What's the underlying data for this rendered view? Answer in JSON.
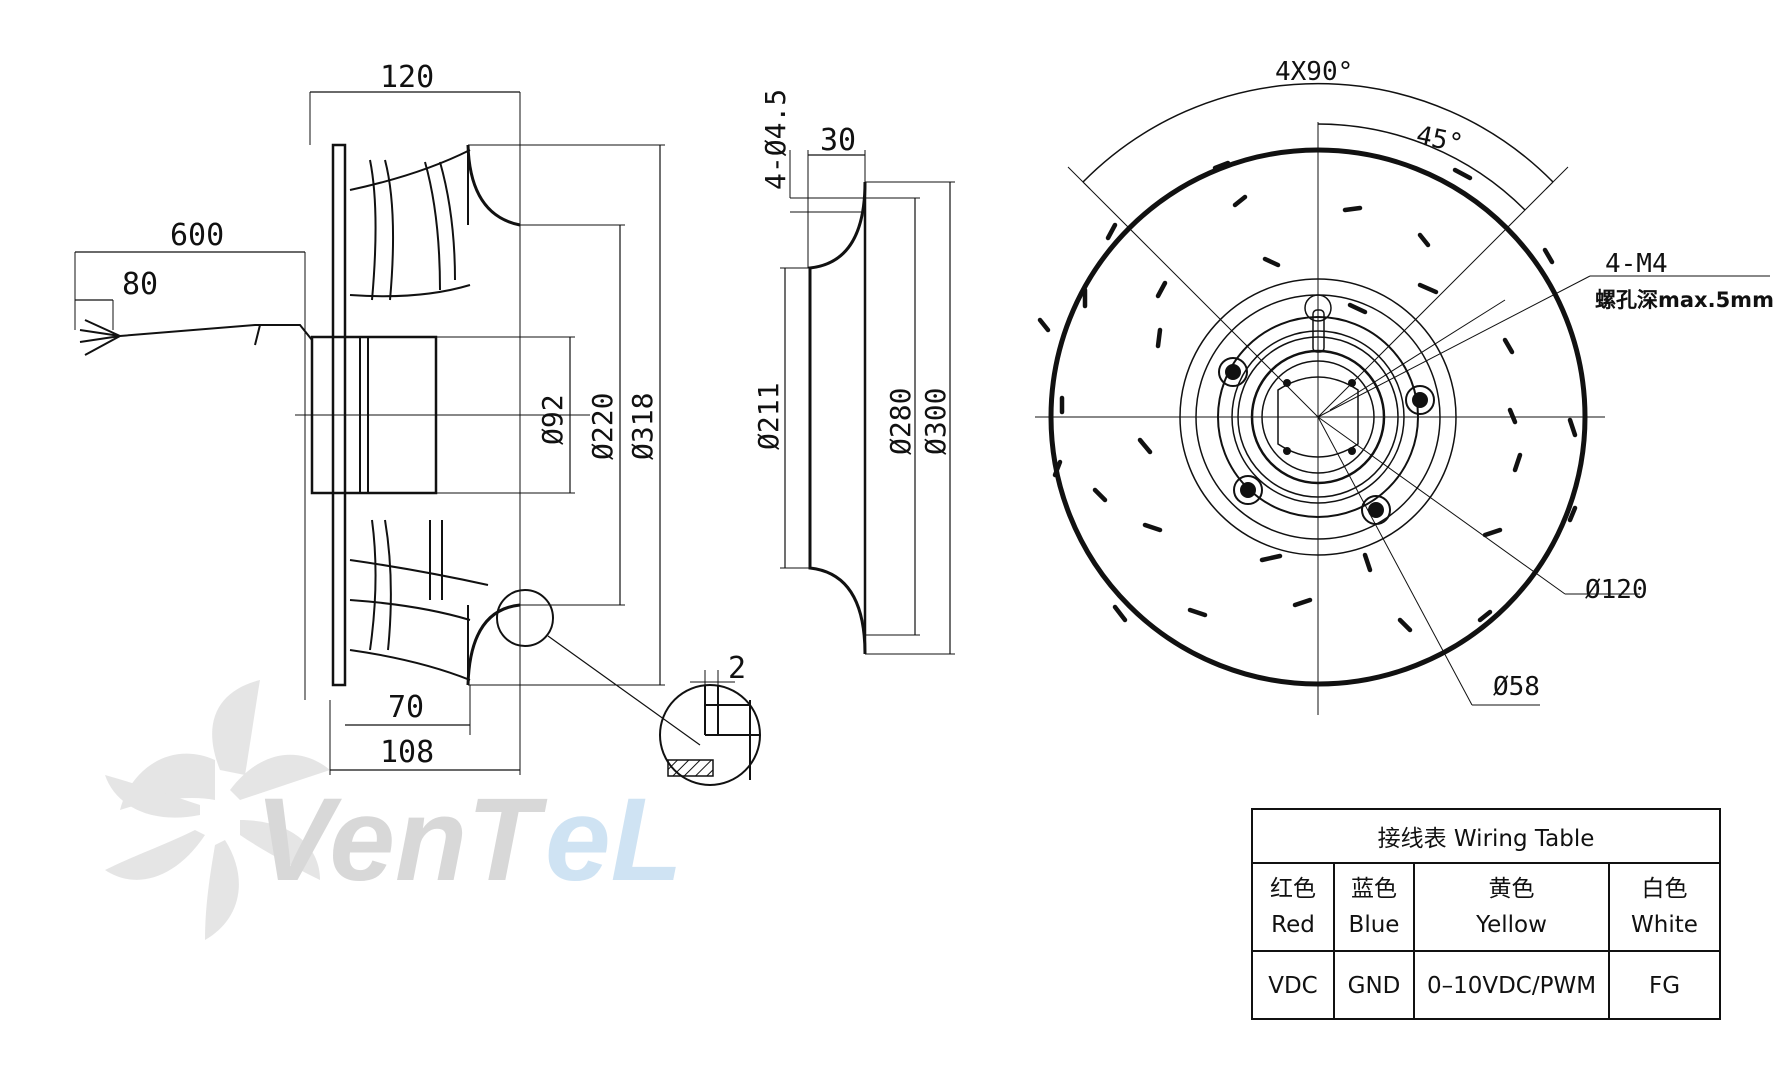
{
  "side_view": {
    "dims": {
      "width_120": "120",
      "cable_600": "600",
      "strip_80": "80",
      "motor_70": "70",
      "depth_108": "108",
      "d92": "Ø92",
      "d220": "Ø220",
      "d318": "Ø318",
      "detail_2": "2"
    }
  },
  "inlet_ring": {
    "dims": {
      "holes": "4-Ø4.5",
      "w30": "30",
      "d211": "Ø211",
      "d280": "Ø280",
      "d300": "Ø300"
    }
  },
  "front_view": {
    "dims": {
      "angle_4x90": "4X90°",
      "angle_45": "45°",
      "m4": "4-M4",
      "m4_depth": "螺孔深max.5mm",
      "d120": "Ø120",
      "d58": "Ø58"
    }
  },
  "watermark": {
    "text_a": "VenT",
    "text_b": "eL"
  },
  "wiring_table": {
    "title": "接线表 Wiring Table",
    "columns": [
      {
        "zh": "红色",
        "en": "Red",
        "value": "VDC"
      },
      {
        "zh": "蓝色",
        "en": "Blue",
        "value": "GND"
      },
      {
        "zh": "黄色",
        "en": "Yellow",
        "value": "0–10VDC/PWM"
      },
      {
        "zh": "白色",
        "en": "White",
        "value": "FG"
      }
    ]
  },
  "colors": {
    "line": "#111111",
    "watermark_grey": "#c9c9c9",
    "watermark_blue": "#cfe3f3"
  }
}
